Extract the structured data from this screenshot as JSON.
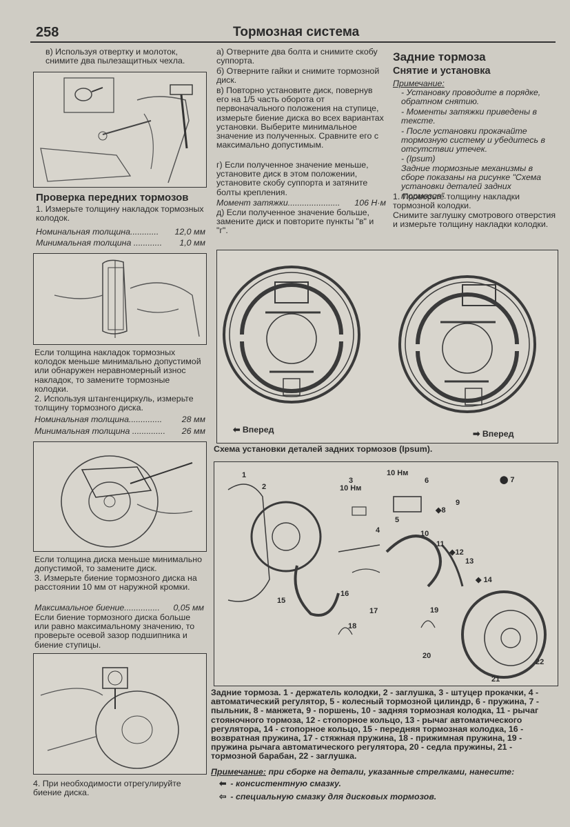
{
  "header": {
    "page_number": "258",
    "section_title": "Тормозная система"
  },
  "col1": {
    "step_b_cont": "в) Используя отвертку и молоток, снимите два пылезащитных чехла.",
    "heading_front_check": "Проверка передних тормозов",
    "step1": "1. Измерьте толщину накладок тормозных колодок.",
    "pads_nominal_label": "Номинальная толщина............",
    "pads_nominal_value": "12,0 мм",
    "pads_min_label": "Минимальная толщина ............",
    "pads_min_value": "1,0 мм",
    "pads_note": "Если толщина накладок тормозных колодок меньше минимально допустимой или обнаружен неравномерный износ накладок, то замените тормозные колодки.",
    "step2": "2. Используя штангенциркуль, измерьте толщину тормозного диска.",
    "disc_nominal_label": "Номинальная толщина..............",
    "disc_nominal_value": "28 мм",
    "disc_min_label": "Минимальная толщина ..............",
    "disc_min_value": "26 мм",
    "disc_note": "Если толщина диска меньше минимально допустимой, то замените диск.",
    "step3": "3. Измерьте биение тормозного диска на расстоянии 10 мм от наружной кромки.",
    "runout_label": "Максимальное биение...............",
    "runout_value": "0,05 мм",
    "runout_note": "Если биение тормозного диска больше или равно максимальному значению, то проверьте осевой зазор подшипника и биение ступицы.",
    "step4": "4. При необходимости отрегулируйте биение диска."
  },
  "col2": {
    "step_a": "а) Отверните два болта и снимите скобу суппорта.",
    "step_b": "б) Отверните гайки и снимите тормозной диск.",
    "step_v": "в) Повторно установите диск, повернув его на 1/5 часть оборота от первоначального положения на ступице, измерьте биение диска во всех вариантах установки. Выберите минимальное значение из полученных. Сравните его с максимально допустимым.",
    "step_g": "г) Если полученное значение меньше, установите диск в этом положении, установите скобу суппорта и затяните болты крепления.",
    "torque_label": "Момент затяжки......................",
    "torque_value": "106 Н·м",
    "step_d": "д) Если полученное значение больше, замените диск и повторите пункты \"в\" и \"г\"."
  },
  "col3": {
    "heading_rear": "Задние тормоза",
    "subheading": "Снятие и установка",
    "note_label": "Примечание:",
    "notes": [
      "- Установку проводите в порядке, обратном снятию.",
      "- Моменты затяжки приведены в тексте.",
      "- После установки прокачайте тормозную систему и убедитесь в отсутствии утечек.",
      "- (Ipsum)",
      "Задние тормозные механизмы в сборе показаны на рисунке \"Схема установки деталей задних тормозов\"."
    ],
    "step1": "1. Проверьте толщину накладки тормозной колодки.",
    "step1b": "Снимите заглушку смотрового отверстия и измерьте толщину накладки колодки."
  },
  "fig_ipsum": {
    "forward_left": "Вперед",
    "forward_right": "Вперед",
    "caption": "Схема установки деталей задних тормозов (Ipsum)."
  },
  "fig_parts": {
    "labels": {
      "l1": "1",
      "l2": "2",
      "l3": "3",
      "l3t": "10 Нм",
      "l4": "4",
      "l5": "5",
      "l6": "6",
      "l7": "7",
      "l8": "8",
      "l9": "9",
      "l10": "10",
      "l10t": "10 Нм",
      "l11": "11",
      "l12": "12",
      "l13": "13",
      "l14": "14",
      "l15": "15",
      "l16": "16",
      "l17": "17",
      "l18": "18",
      "l19": "19",
      "l20": "20",
      "l21": "21",
      "l22": "22"
    },
    "caption": "Задние тормоза. 1 - держатель колодки, 2 - заглушка, 3 - штуцер прокачки, 4 - автоматический регулятор, 5 - колесный тормозной цилиндр, 6 - пружина, 7 - пыльник, 8 - манжета, 9 - поршень, 10 - задняя тормозная колодка, 11 - рычаг стояночного тормоза, 12 - стопорное кольцо, 13 - рычаг автоматического регулятора, 14 - стопорное кольцо, 15 - передняя тормозная колодка, 16 - возвратная пружина, 17 - стяжная пружина, 18 - прижимная пружина, 19 - пружина рычага автоматического регулятора, 20 - седла пружины, 21 - тормозной барабан, 22 - заглушка.",
    "note_label": "Примечание:",
    "note_text": "при сборке на детали, указанные стрелками, нанесите:",
    "legend1": "- консистентную смазку.",
    "legend2": "- специальную смазку для дисковых тормозов."
  }
}
